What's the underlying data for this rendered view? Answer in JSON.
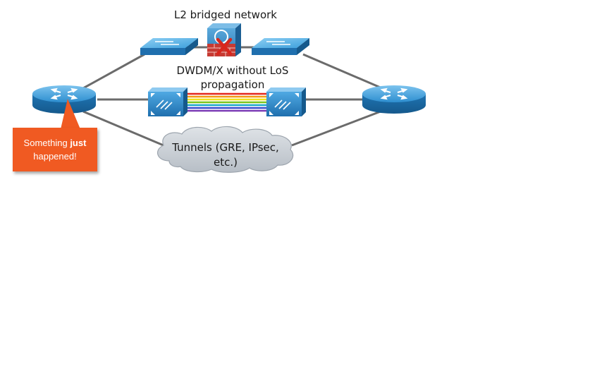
{
  "labels": {
    "l2_bridged_network": "L2 bridged network",
    "dwdm_line1": "DWDM/X without LoS",
    "dwdm_line2": "propagation",
    "tunnels_line1": "Tunnels (GRE, IPsec,",
    "tunnels_line2": "etc.)"
  },
  "callout": {
    "text_before": "Something ",
    "text_emphasis": "just",
    "text_after": "happened!"
  },
  "colors": {
    "device_blue": "#2e8fd0",
    "link_gray": "#666666",
    "callout_orange": "#f05a22",
    "failure_red": "#d9261c",
    "cloud_gray": "#c7ccd2"
  },
  "icons": {
    "left_router": "router-icon",
    "right_router": "router-icon",
    "switches": "switch-icon",
    "firewall": "firewall-icon",
    "optical": "optical-transponder-icon",
    "failure": "red-x-icon",
    "cloud": "cloud-icon"
  }
}
